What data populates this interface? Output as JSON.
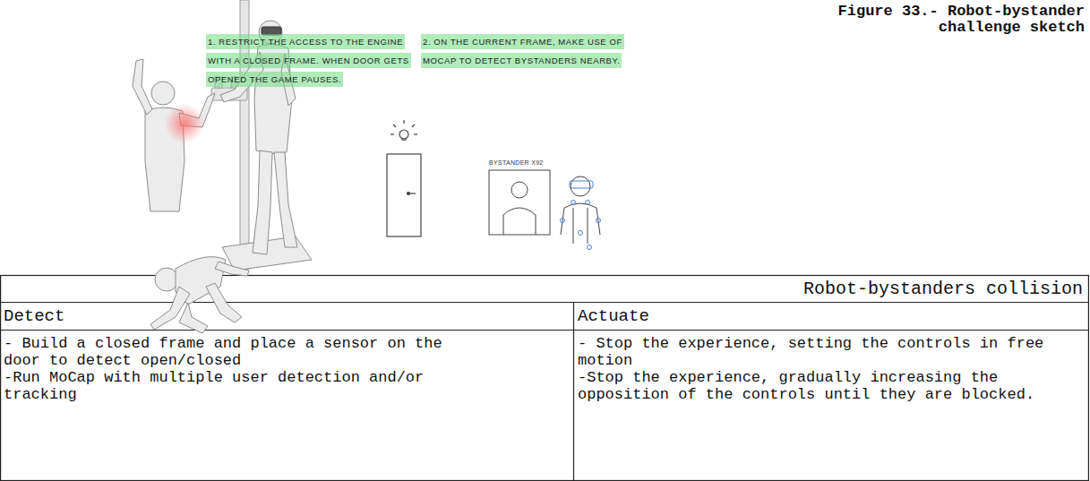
{
  "diagram": {
    "title": "Figure 33.- Robot-bystander challenge sketch",
    "labels": [
      "1. RESTRICT THE ACCESS TO THE ENGINE WITH A CLOSED FRAME. WHEN DOOR GETS OPENED THE GAME PAUSES.",
      "2. ON THE CURRENT FRAME, MAKE USE OF MOCAP TO DETECT BYSTANDERS NEARBY.",
      "BYSTANDER X92",
      "Robot-bystanders collision",
      "Detect",
      "Actuate",
      "- Build a closed frame and place a sensor on the door to detect open/closed",
      "-Run MoCap with multiple user detection and/or tracking",
      "- Stop the experience, setting the controls in free motion",
      "-Stop the experience, gradually increasing the opposition of the controls until they are blocked."
    ]
  }
}
